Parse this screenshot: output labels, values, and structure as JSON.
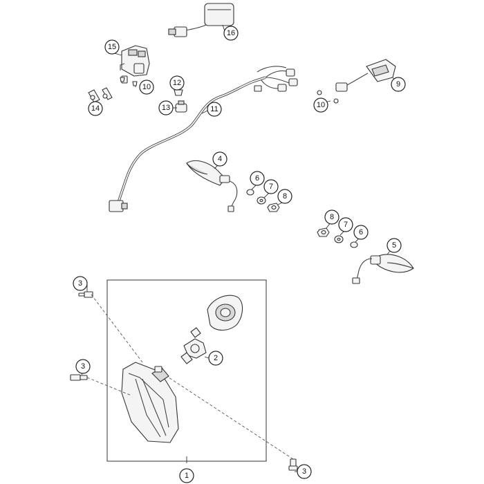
{
  "callouts": {
    "c1": "1",
    "c2": "2",
    "c3a": "3",
    "c3b": "3",
    "c3c": "3",
    "c4": "4",
    "c5": "5",
    "c6a": "6",
    "c6b": "6",
    "c7a": "7",
    "c7b": "7",
    "c8a": "8",
    "c8b": "8",
    "c9": "9",
    "c10a": "10",
    "c10b": "10",
    "c11": "11",
    "c12": "12",
    "c13": "13",
    "c14": "14",
    "c15": "15",
    "c16": "16"
  }
}
